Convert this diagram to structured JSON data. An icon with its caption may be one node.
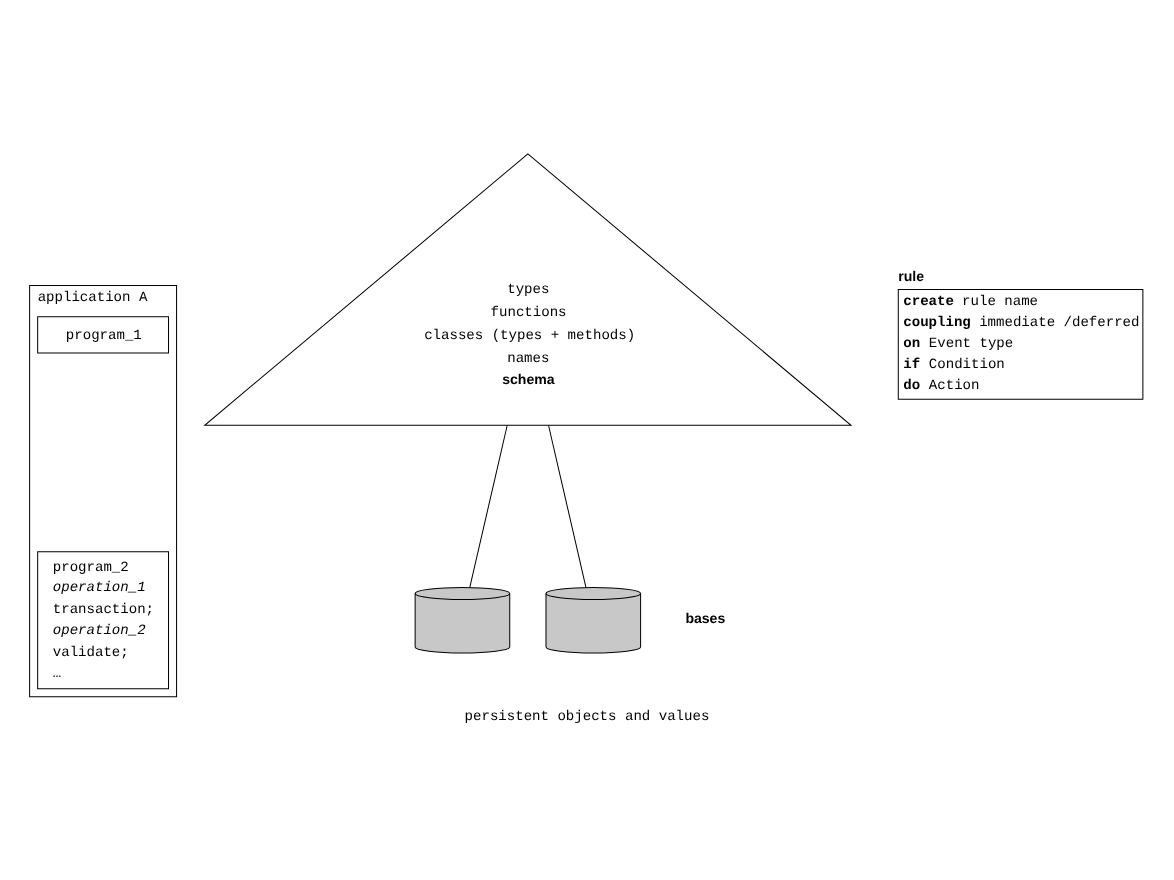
{
  "diagram": {
    "caption": "persistent objects and values",
    "nodes": [
      {
        "text": [
          "application A"
        ]
      },
      {
        "text": [
          "program_1"
        ],
        "in": 0
      },
      {
        "text": [
          "program_2",
          "*operation_1*",
          "transaction;",
          "*operation_2*",
          "validate;",
          "…"
        ],
        "in": 0
      },
      {
        "text": [
          "types",
          "functions",
          "classes (types + methods)",
          "names",
          "schema"
        ]
      },
      {
        "text": [
          "rule",
          "**create** rule name",
          "**coupling** immediate /deferred",
          "**on** Event type",
          "**if** Condition",
          "**do** Action"
        ]
      },
      {
        "text": [],
        "shape": "cylinder"
      },
      {
        "text": [],
        "shape": "cylinder"
      }
    ],
    "edges": [
      {
        "from": 3,
        "to": 5,
        "arrow": "none"
      },
      {
        "from": 3,
        "to": 6,
        "arrow": "none"
      }
    ],
    "labels": [
      "bases"
    ]
  }
}
